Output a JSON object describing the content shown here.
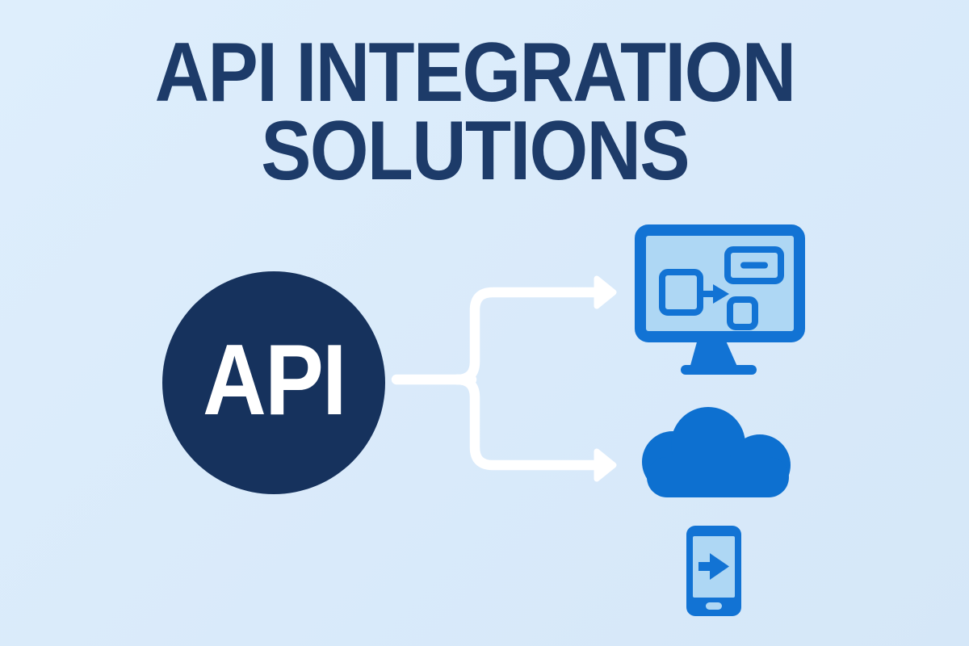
{
  "title": {
    "line1": "API INTEGRATION",
    "line2": "SOLUTIONS"
  },
  "api_node": {
    "label": "API"
  },
  "connector": {
    "branches": 2,
    "style": "white elbow arrows from API node to monitor and cloud"
  },
  "icons": {
    "monitor": "monitor-workflow-icon",
    "cloud": "cloud-icon",
    "phone": "smartphone-arrow-icon"
  },
  "colors": {
    "background": "#d9eafa",
    "title_text": "#1d3b69",
    "api_circle": "#16325d",
    "api_text": "#ffffff",
    "icon_blue": "#1273d4",
    "cloud_blue": "#0d70d0",
    "screen_light": "#aed7f4",
    "connector": "#ffffff"
  }
}
